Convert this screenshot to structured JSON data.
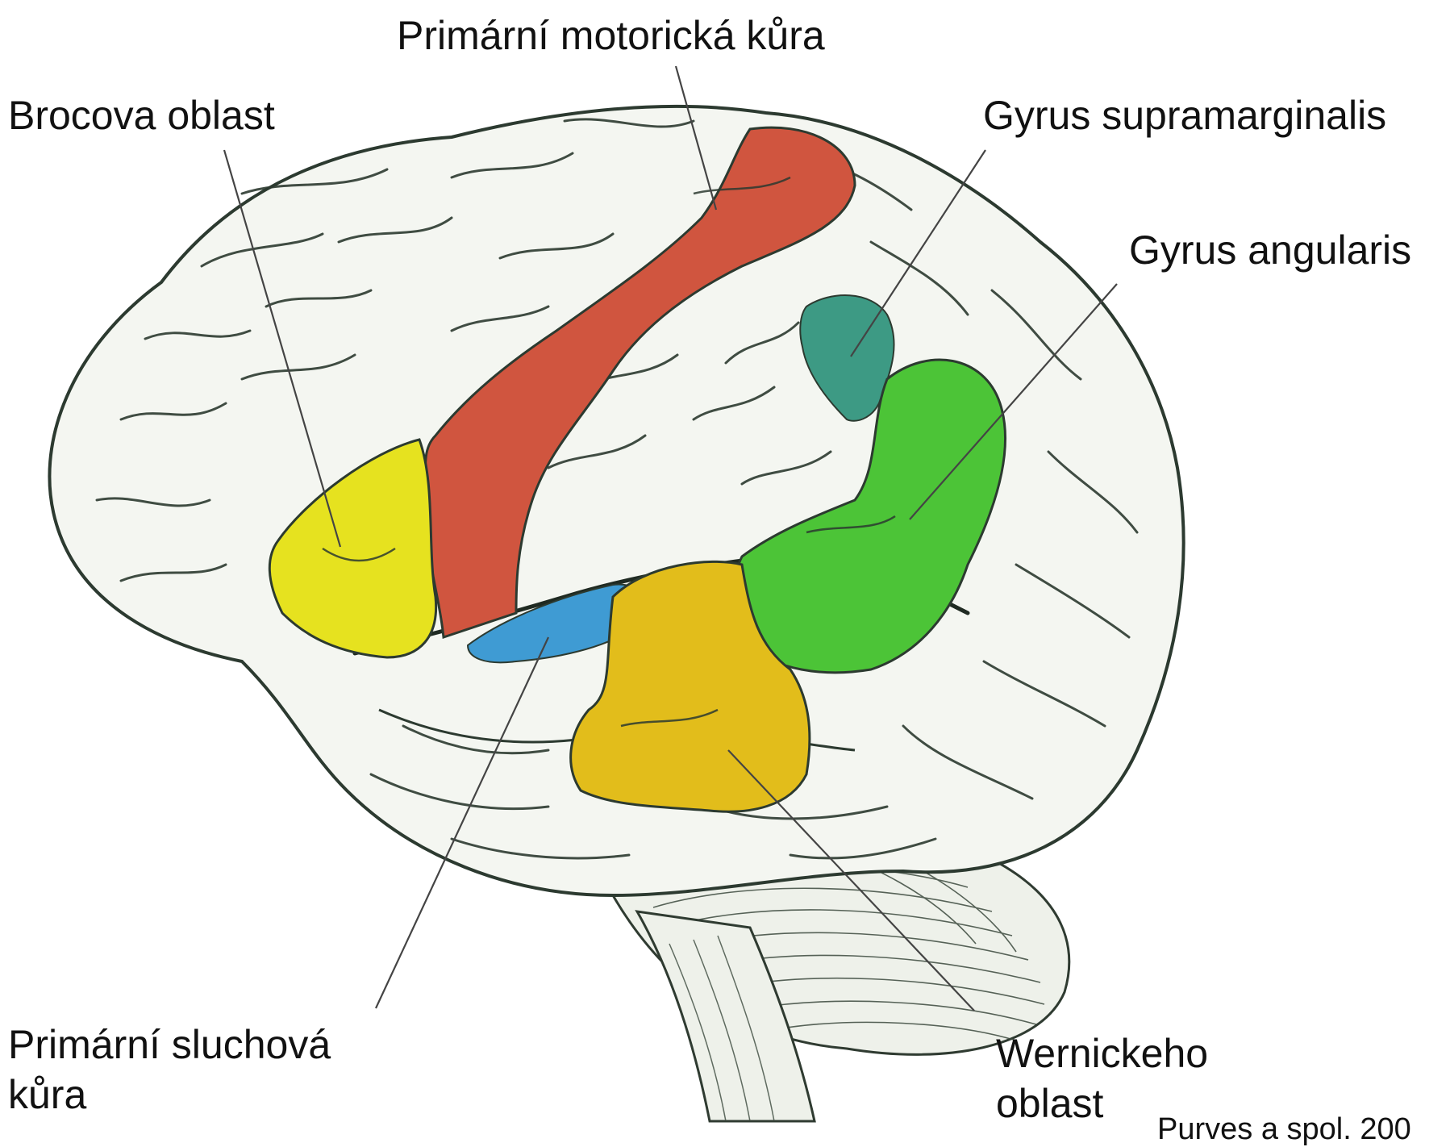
{
  "labels": {
    "motor_cortex": "Primární motorická kůra",
    "broca": "Brocova oblast",
    "supramarginal": "Gyrus supramarginalis",
    "angular": "Gyrus angularis",
    "auditory_line1": "Primární sluchová",
    "auditory_line2": "kůra",
    "wernicke_line1": "Wernickeho",
    "wernicke_line2": "oblast"
  },
  "credit": "Purves a spol. 200",
  "colors": {
    "motor_cortex": "#d0553f",
    "broca": "#e6e21f",
    "supramarginal": "#3d9a84",
    "angular": "#4cc437",
    "auditory": "#3f9bd3",
    "wernicke": "#e2bd1b",
    "cortex": "#f4f6f1",
    "sulcus": "#2c3a30",
    "leader": "#444444"
  }
}
